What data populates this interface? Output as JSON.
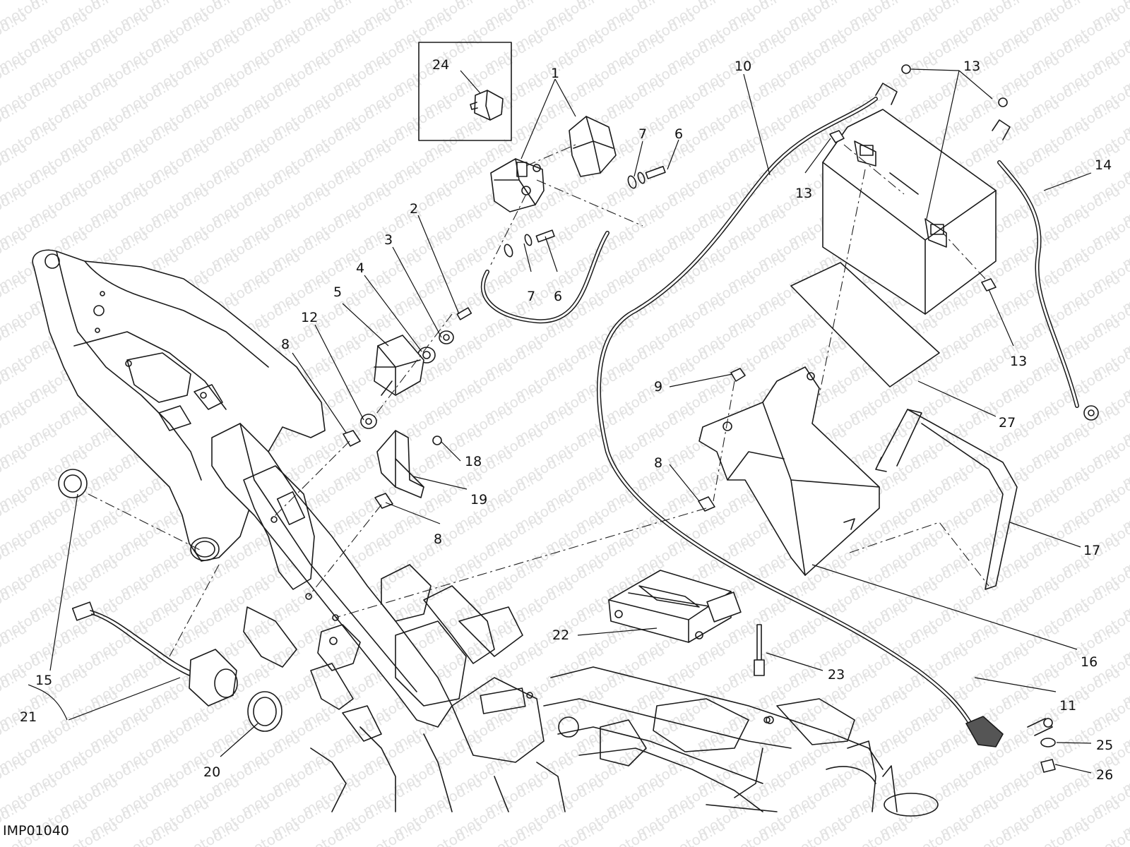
{
  "watermark": "motod.ru",
  "diagram_code": "IMP01040",
  "callouts": [
    {
      "id": "1",
      "label": "1"
    },
    {
      "id": "2",
      "label": "2"
    },
    {
      "id": "3",
      "label": "3"
    },
    {
      "id": "4",
      "label": "4"
    },
    {
      "id": "5",
      "label": "5"
    },
    {
      "id": "6a",
      "label": "6"
    },
    {
      "id": "6b",
      "label": "6"
    },
    {
      "id": "7a",
      "label": "7"
    },
    {
      "id": "7b",
      "label": "7"
    },
    {
      "id": "8a",
      "label": "8"
    },
    {
      "id": "8b",
      "label": "8"
    },
    {
      "id": "8c",
      "label": "8"
    },
    {
      "id": "9",
      "label": "9"
    },
    {
      "id": "10",
      "label": "10"
    },
    {
      "id": "11",
      "label": "11"
    },
    {
      "id": "12",
      "label": "12"
    },
    {
      "id": "13a",
      "label": "13"
    },
    {
      "id": "13b",
      "label": "13"
    },
    {
      "id": "13c",
      "label": "13"
    },
    {
      "id": "14",
      "label": "14"
    },
    {
      "id": "15",
      "label": "15"
    },
    {
      "id": "16",
      "label": "16"
    },
    {
      "id": "17",
      "label": "17"
    },
    {
      "id": "18",
      "label": "18"
    },
    {
      "id": "19",
      "label": "19"
    },
    {
      "id": "20",
      "label": "20"
    },
    {
      "id": "21",
      "label": "21"
    },
    {
      "id": "22",
      "label": "22"
    },
    {
      "id": "23",
      "label": "23"
    },
    {
      "id": "24",
      "label": "24"
    },
    {
      "id": "25",
      "label": "25"
    },
    {
      "id": "26",
      "label": "26"
    },
    {
      "id": "27",
      "label": "27"
    }
  ]
}
